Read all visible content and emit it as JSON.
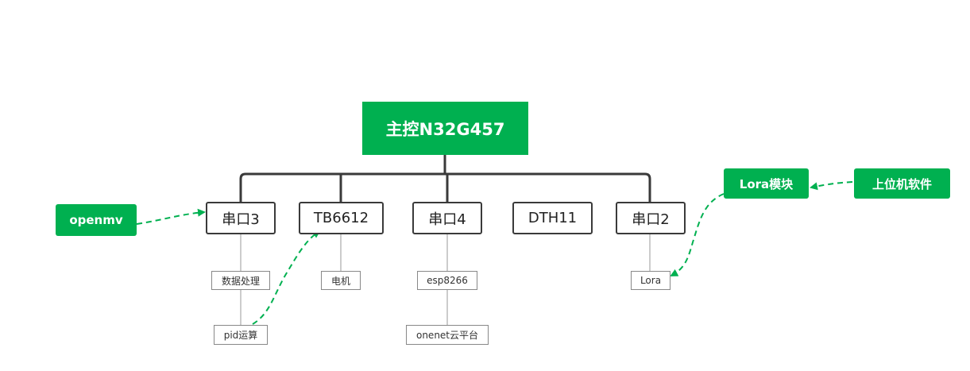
{
  "root": {
    "label": "主控N32G457"
  },
  "peripherals": [
    {
      "id": "uart3",
      "label": "串口3"
    },
    {
      "id": "tb6612",
      "label": "TB6612"
    },
    {
      "id": "uart4",
      "label": "串口4"
    },
    {
      "id": "dth11",
      "label": "DTH11"
    },
    {
      "id": "uart2",
      "label": "串口2"
    }
  ],
  "sub_nodes": {
    "data_processing": "数据处理",
    "pid": "pid运算",
    "motor": "电机",
    "esp8266": "esp8266",
    "onenet": "onenet云平台",
    "lora": "Lora"
  },
  "external": {
    "openmv": "openmv",
    "lora_module": "Lora模块",
    "host_software": "上位机软件"
  },
  "colors": {
    "accent_green": "#00b050",
    "box_border": "#3a3a3a",
    "connector": "#3a3a3a",
    "leaf_border": "#888888",
    "leaf_line": "#999999",
    "arrow": "#00b050"
  }
}
